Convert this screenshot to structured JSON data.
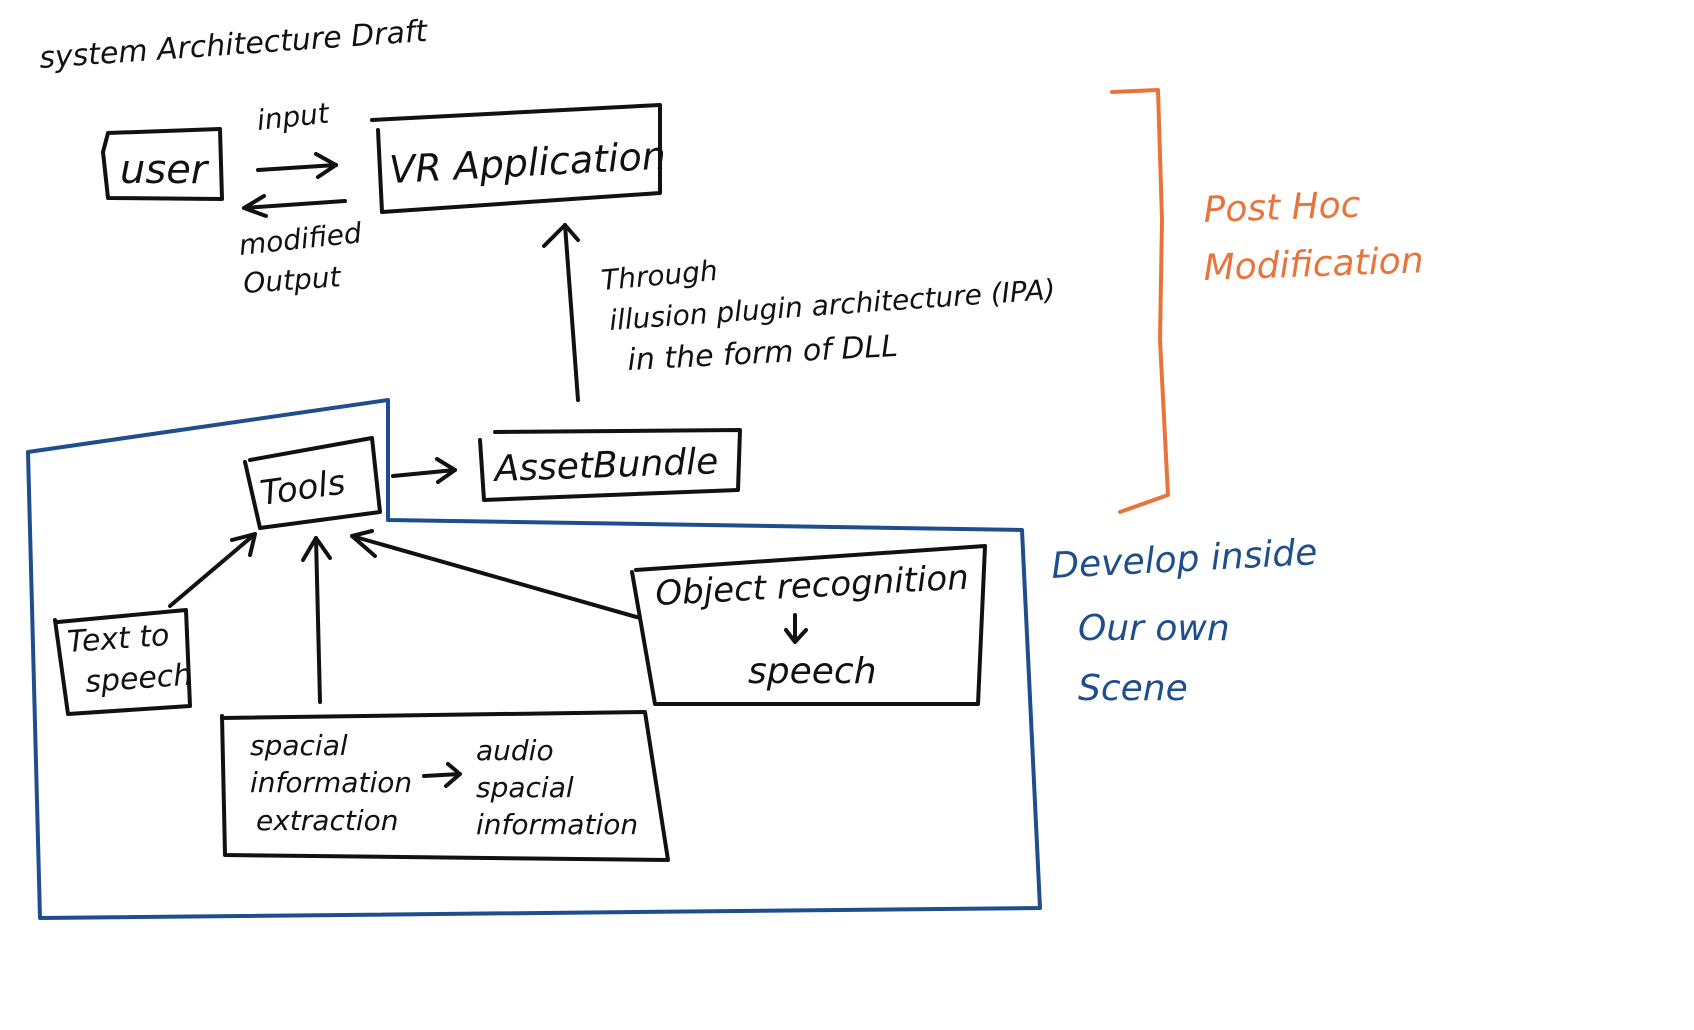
{
  "title": "system Architecture Draft",
  "nodes": {
    "user": "user",
    "vr_application": "VR Application",
    "asset_bundle": "AssetBundle",
    "tools": "Tools",
    "text_to_speech": [
      "Text to",
      "speech"
    ],
    "object_recognition": [
      "Object recognition",
      "speech"
    ],
    "spatial_left": [
      "spacial",
      "information",
      "extraction"
    ],
    "spatial_right": [
      "audio",
      "spacial",
      "information"
    ]
  },
  "edge_labels": {
    "input": "input",
    "modified_output": [
      "modified",
      "Output"
    ],
    "through": [
      "Through",
      "illusion plugin architecture (IPA)",
      "in the form of DLL"
    ]
  },
  "annotations": {
    "post_hoc": [
      "Post Hoc",
      "Modification"
    ],
    "develop_inside": [
      "Develop inside",
      "Our own",
      "Scene"
    ]
  },
  "colors": {
    "ink": "#111111",
    "blue": "#1f4e8c",
    "orange": "#e8743b"
  }
}
